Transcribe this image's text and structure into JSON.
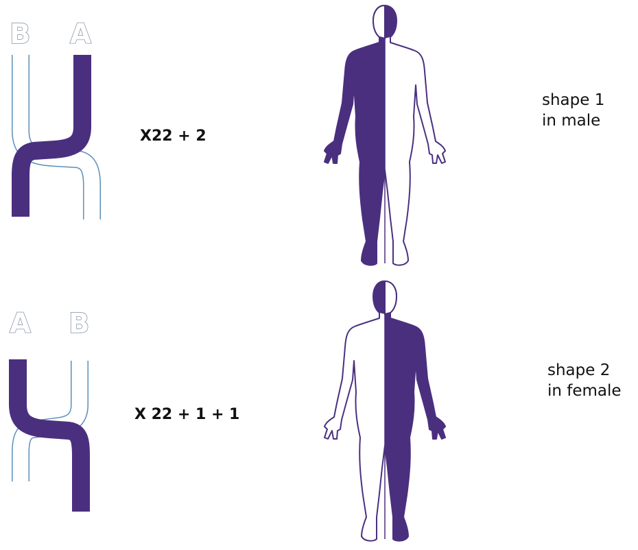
{
  "colors": {
    "purple": "#4b2f7f",
    "outline_blue": "#5a8fb8",
    "letter_outline": "#8e98a6",
    "text": "#111111"
  },
  "rows": [
    {
      "left_letter": "B",
      "right_letter": "A",
      "formula": "X22 + 2",
      "caption_line1": "shape 1",
      "caption_line2": "in male"
    },
    {
      "left_letter": "A",
      "right_letter": "B",
      "formula": "X 22 + 1 + 1",
      "caption_line1": "shape 2",
      "caption_line2": "in female"
    }
  ]
}
